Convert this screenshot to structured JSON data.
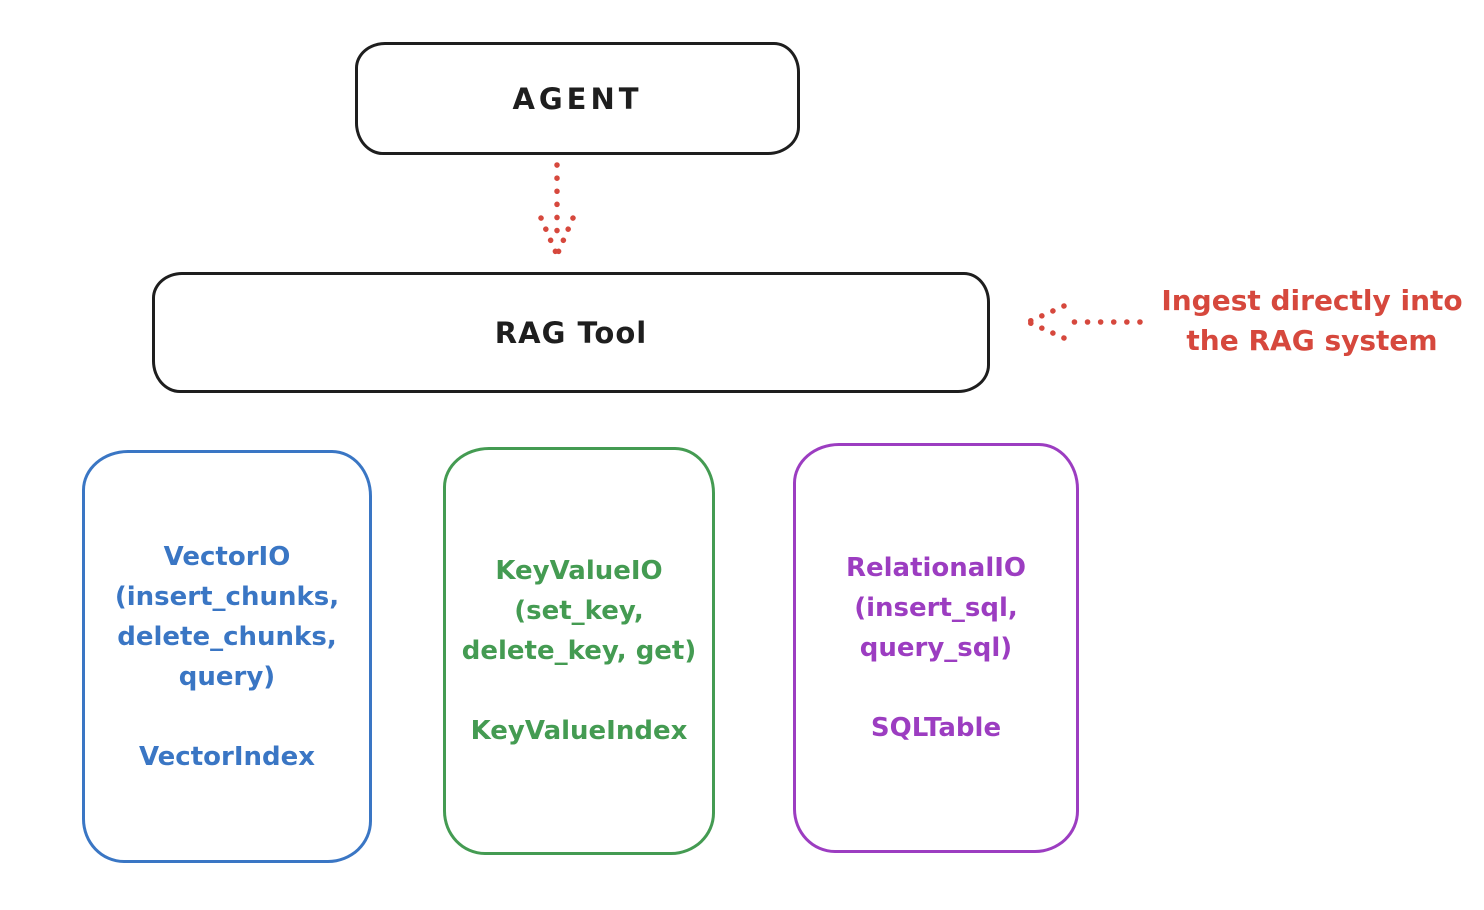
{
  "theme": {
    "background": "#ffffff",
    "ink": "#1e1e1e",
    "red": "#d6483d",
    "blue": "#3a76c4",
    "green": "#449b52",
    "purple": "#9c3dc1"
  },
  "diagram": {
    "agent_label": "AGENT",
    "rag_tool_label": "RAG Tool",
    "annotation": {
      "line1": "Ingest directly into",
      "line2": "the RAG system"
    },
    "arrows": [
      {
        "name": "agent-to-rag-tool",
        "style": "dotted",
        "direction": "down",
        "color": "#d6483d"
      },
      {
        "name": "annotation-to-rag-tool",
        "style": "dotted",
        "direction": "left",
        "color": "#d6483d"
      }
    ],
    "io_boxes": [
      {
        "id": "vector-io",
        "color": "#3a76c4",
        "lines": [
          "VectorIO",
          "(insert_chunks,",
          "delete_chunks,",
          "query)"
        ],
        "index_label": "VectorIndex"
      },
      {
        "id": "keyvalue-io",
        "color": "#449b52",
        "lines": [
          "KeyValueIO",
          "(set_key,",
          "delete_key, get)"
        ],
        "index_label": "KeyValueIndex"
      },
      {
        "id": "relational-io",
        "color": "#9c3dc1",
        "lines": [
          "RelationalIO",
          "(insert_sql,",
          "query_sql)"
        ],
        "index_label": "SQLTable"
      }
    ]
  }
}
